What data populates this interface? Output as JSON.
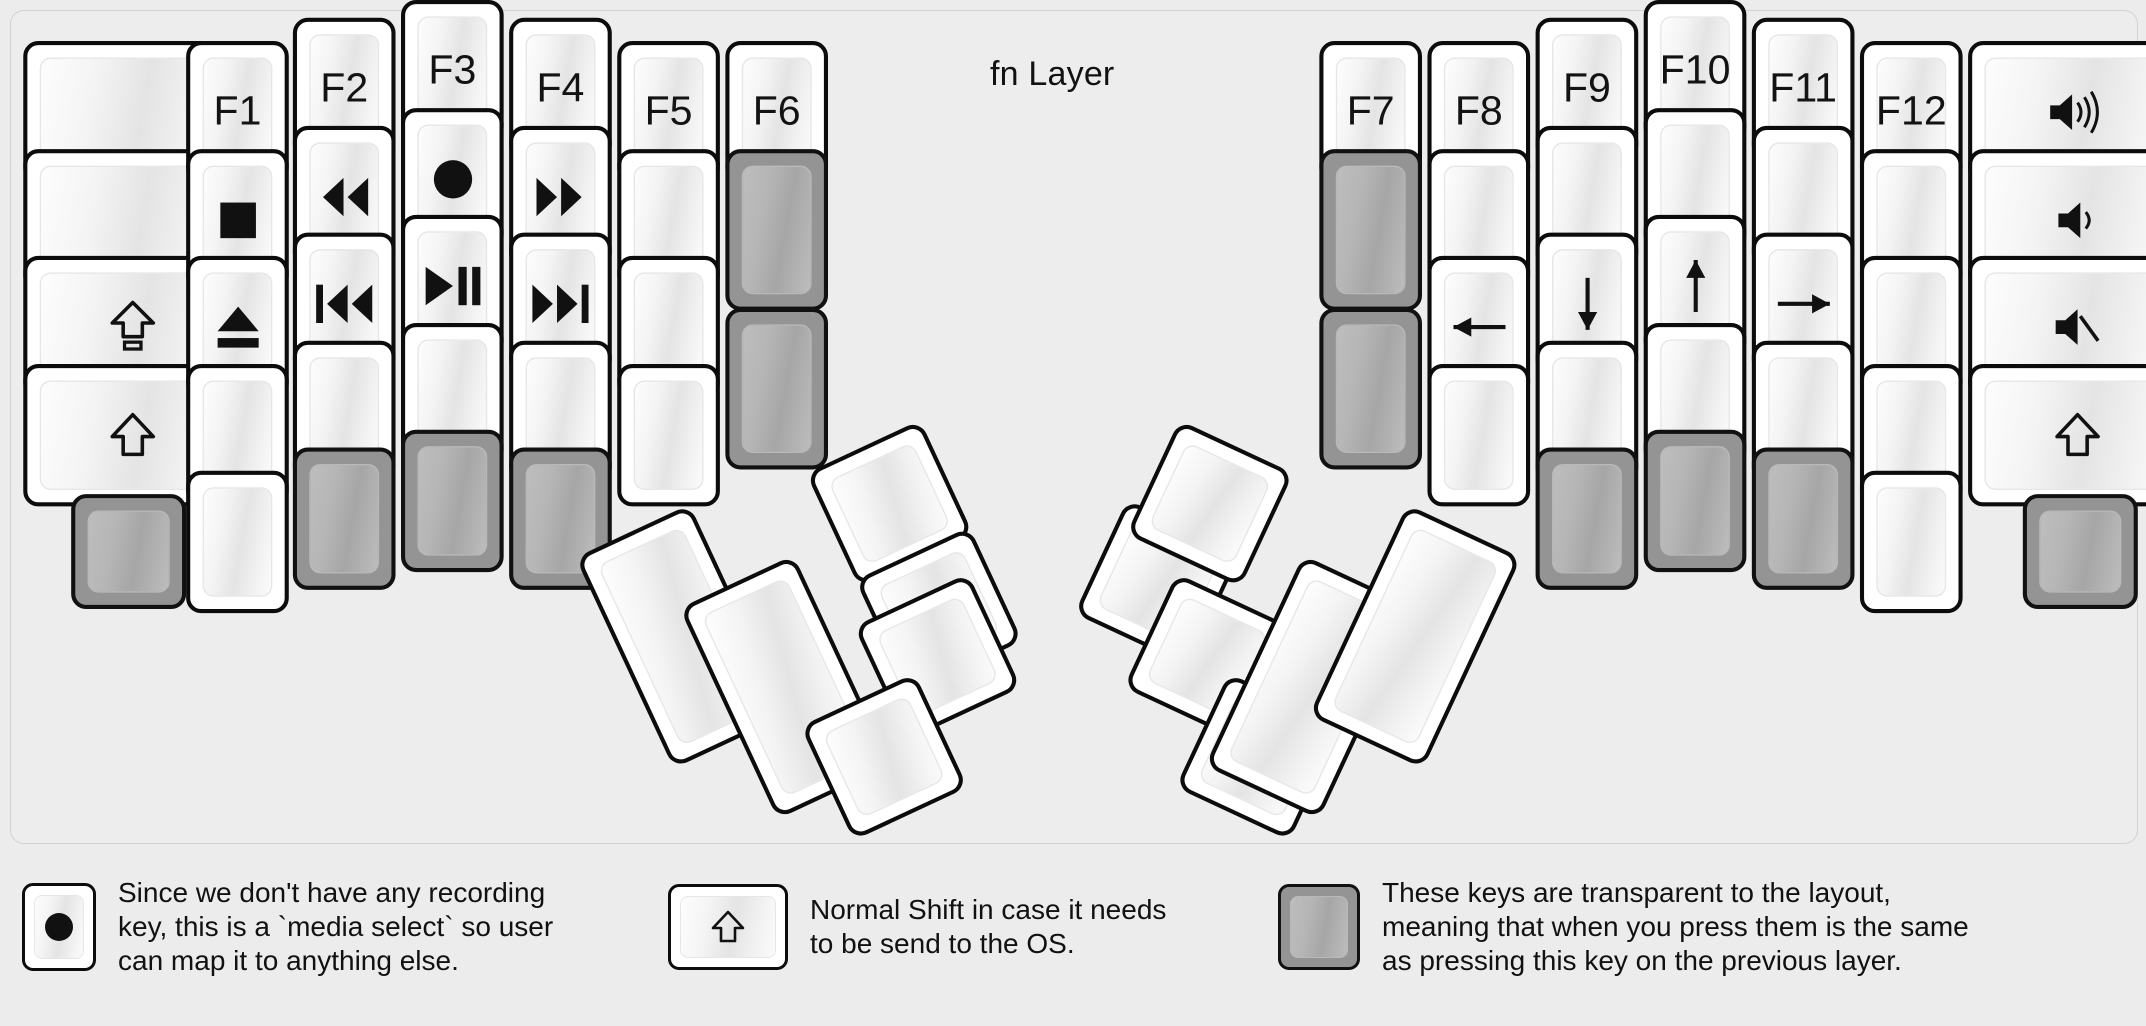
{
  "title": "fn Layer",
  "colors": {
    "background": "#ececec",
    "panel": "#ededed",
    "key_outline": "#0c0c0c",
    "key_face": "#ffffff",
    "transparent_key": "#949494",
    "text": "#121212"
  },
  "left_half": {
    "columns": [
      {
        "name": "col-outer-left",
        "keys": [
          {
            "label": "",
            "icon": "",
            "state": "normal"
          },
          {
            "label": "",
            "icon": "",
            "state": "normal"
          },
          {
            "label": "",
            "icon": "caps-lock-shift-icon",
            "state": "normal"
          },
          {
            "label": "",
            "icon": "shift-icon",
            "state": "normal"
          },
          {
            "label": "",
            "icon": "",
            "state": "transparent"
          }
        ]
      },
      {
        "name": "col-f1",
        "keys": [
          {
            "label": "F1",
            "icon": "",
            "state": "normal"
          },
          {
            "label": "",
            "icon": "media-stop-icon",
            "state": "normal"
          },
          {
            "label": "",
            "icon": "media-eject-icon",
            "state": "normal"
          },
          {
            "label": "",
            "icon": "",
            "state": "normal"
          },
          {
            "label": "",
            "icon": "",
            "state": "normal"
          }
        ]
      },
      {
        "name": "col-f2",
        "keys": [
          {
            "label": "F2",
            "icon": "",
            "state": "normal"
          },
          {
            "label": "",
            "icon": "media-rewind-icon",
            "state": "normal"
          },
          {
            "label": "",
            "icon": "media-previous-icon",
            "state": "normal"
          },
          {
            "label": "",
            "icon": "",
            "state": "normal"
          },
          {
            "label": "",
            "icon": "",
            "state": "transparent"
          }
        ]
      },
      {
        "name": "col-f3",
        "keys": [
          {
            "label": "F3",
            "icon": "",
            "state": "normal"
          },
          {
            "label": "",
            "icon": "media-record-icon",
            "state": "normal"
          },
          {
            "label": "",
            "icon": "media-play-pause-icon",
            "state": "normal"
          },
          {
            "label": "",
            "icon": "",
            "state": "normal"
          },
          {
            "label": "",
            "icon": "",
            "state": "transparent"
          }
        ]
      },
      {
        "name": "col-f4",
        "keys": [
          {
            "label": "F4",
            "icon": "",
            "state": "normal"
          },
          {
            "label": "",
            "icon": "media-fast-forward-icon",
            "state": "normal"
          },
          {
            "label": "",
            "icon": "media-next-icon",
            "state": "normal",
            "homing": true
          },
          {
            "label": "",
            "icon": "",
            "state": "normal"
          },
          {
            "label": "",
            "icon": "",
            "state": "transparent"
          }
        ]
      },
      {
        "name": "col-f5",
        "keys": [
          {
            "label": "F5",
            "icon": "",
            "state": "normal"
          },
          {
            "label": "",
            "icon": "",
            "state": "normal"
          },
          {
            "label": "",
            "icon": "",
            "state": "normal"
          },
          {
            "label": "",
            "icon": "",
            "state": "normal"
          }
        ]
      },
      {
        "name": "col-f6",
        "keys": [
          {
            "label": "F6",
            "icon": "",
            "state": "normal"
          },
          {
            "label": "",
            "icon": "",
            "state": "transparent",
            "tall": true
          },
          {
            "label": "",
            "icon": "",
            "state": "transparent",
            "tall": true
          }
        ]
      }
    ],
    "thumb_cluster": [
      {
        "name": "thumb-big-1",
        "state": "normal"
      },
      {
        "name": "thumb-big-2",
        "state": "normal"
      },
      {
        "name": "thumb-small-1",
        "state": "normal"
      },
      {
        "name": "thumb-small-2",
        "state": "normal"
      },
      {
        "name": "thumb-small-3",
        "state": "normal"
      },
      {
        "name": "thumb-small-4",
        "state": "normal"
      }
    ]
  },
  "right_half": {
    "columns": [
      {
        "name": "col-f7",
        "keys": [
          {
            "label": "F7",
            "icon": "",
            "state": "normal"
          },
          {
            "label": "",
            "icon": "",
            "state": "transparent",
            "tall": true
          },
          {
            "label": "",
            "icon": "",
            "state": "transparent",
            "tall": true
          }
        ]
      },
      {
        "name": "col-f8",
        "keys": [
          {
            "label": "F8",
            "icon": "",
            "state": "normal"
          },
          {
            "label": "",
            "icon": "",
            "state": "normal"
          },
          {
            "label": "",
            "icon": "arrow-left-icon",
            "state": "normal"
          },
          {
            "label": "",
            "icon": "",
            "state": "normal"
          }
        ]
      },
      {
        "name": "col-f9",
        "keys": [
          {
            "label": "F9",
            "icon": "",
            "state": "normal"
          },
          {
            "label": "",
            "icon": "",
            "state": "normal"
          },
          {
            "label": "",
            "icon": "arrow-down-icon",
            "state": "normal",
            "homing": true
          },
          {
            "label": "",
            "icon": "",
            "state": "normal"
          },
          {
            "label": "",
            "icon": "",
            "state": "transparent"
          }
        ]
      },
      {
        "name": "col-f10",
        "keys": [
          {
            "label": "F10",
            "icon": "",
            "state": "normal"
          },
          {
            "label": "",
            "icon": "",
            "state": "normal"
          },
          {
            "label": "",
            "icon": "arrow-up-icon",
            "state": "normal"
          },
          {
            "label": "",
            "icon": "",
            "state": "normal"
          },
          {
            "label": "",
            "icon": "",
            "state": "transparent"
          }
        ]
      },
      {
        "name": "col-f11",
        "keys": [
          {
            "label": "F11",
            "icon": "",
            "state": "normal"
          },
          {
            "label": "",
            "icon": "",
            "state": "normal"
          },
          {
            "label": "",
            "icon": "arrow-right-icon",
            "state": "normal"
          },
          {
            "label": "",
            "icon": "",
            "state": "normal"
          },
          {
            "label": "",
            "icon": "",
            "state": "transparent"
          }
        ]
      },
      {
        "name": "col-f12",
        "keys": [
          {
            "label": "F12",
            "icon": "",
            "state": "normal"
          },
          {
            "label": "",
            "icon": "",
            "state": "normal"
          },
          {
            "label": "",
            "icon": "",
            "state": "normal"
          },
          {
            "label": "",
            "icon": "",
            "state": "normal"
          },
          {
            "label": "",
            "icon": "",
            "state": "normal"
          }
        ]
      },
      {
        "name": "col-outer-right",
        "keys": [
          {
            "label": "",
            "icon": "volume-up-icon",
            "state": "normal"
          },
          {
            "label": "",
            "icon": "volume-down-icon",
            "state": "normal"
          },
          {
            "label": "",
            "icon": "volume-mute-icon",
            "state": "normal"
          },
          {
            "label": "",
            "icon": "shift-icon",
            "state": "normal"
          },
          {
            "label": "",
            "icon": "",
            "state": "transparent"
          }
        ]
      }
    ],
    "thumb_cluster": [
      {
        "name": "thumb-small-1",
        "state": "normal"
      },
      {
        "name": "thumb-small-2",
        "state": "normal"
      },
      {
        "name": "thumb-small-3",
        "state": "normal"
      },
      {
        "name": "thumb-small-4",
        "state": "normal"
      },
      {
        "name": "thumb-big-1",
        "state": "normal"
      },
      {
        "name": "thumb-big-2",
        "state": "normal"
      }
    ]
  },
  "legend": [
    {
      "icon": "media-record-icon",
      "key_state": "normal",
      "text": "Since we don't have any recording\nkey, this is a `media select` so user\ncan map it to anything else."
    },
    {
      "icon": "shift-icon",
      "key_state": "normal",
      "text": "Normal Shift in case it needs\nto be send to the OS."
    },
    {
      "icon": "",
      "key_state": "transparent",
      "text": "These keys are transparent to the layout,\nmeaning that when you press them is the same\nas pressing this key on the previous layer."
    }
  ]
}
